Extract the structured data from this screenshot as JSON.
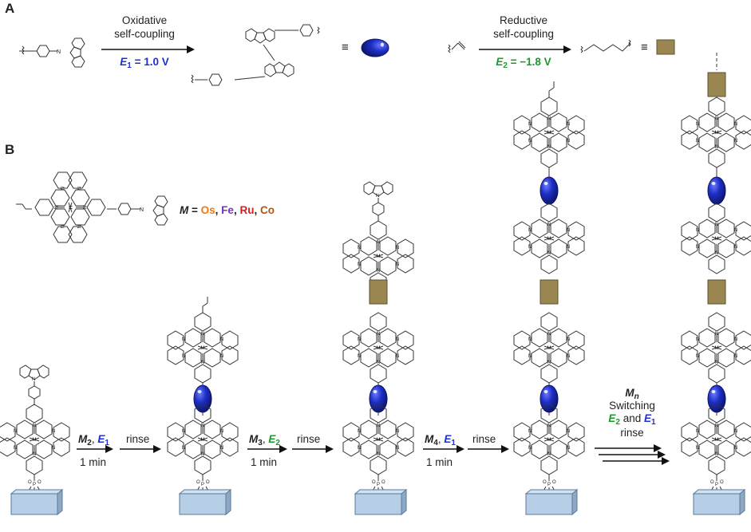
{
  "panels": {
    "a": "A",
    "b": "B"
  },
  "scheme_a": {
    "oxidative": {
      "line1": "Oxidative",
      "line2": "self-coupling",
      "potential_symbol": "E",
      "potential_index": "1",
      "potential_value": " = 1.0 V"
    },
    "reductive": {
      "line1": "Reductive",
      "line2": "self-coupling",
      "potential_symbol": "E",
      "potential_index": "2",
      "potential_value": " = −1.8 V"
    },
    "equiv": "≡"
  },
  "scheme_b": {
    "legend": {
      "symbol": "M",
      "eq": " = ",
      "metals": [
        "Os",
        "Fe",
        "Ru",
        "Co"
      ],
      "sep": ", "
    },
    "steps": [
      {
        "m": "M",
        "m_index": "2",
        "e": "E",
        "e_index": "1",
        "time": "1 min",
        "rinse": "rinse"
      },
      {
        "m": "M",
        "m_index": "3",
        "e": "E",
        "e_index": "2",
        "time": "1 min",
        "rinse": "rinse"
      },
      {
        "m": "M",
        "m_index": "4",
        "e": "E",
        "e_index": "1",
        "time": "1 min",
        "rinse": "rinse"
      }
    ],
    "final": {
      "m": "M",
      "m_index": "n",
      "switch": "Switching",
      "e_a": "E",
      "e_a_index": "2",
      "and": " and ",
      "e_b": "E",
      "e_b_index": "1",
      "rinse": "rinse"
    }
  },
  "atoms": {
    "metal": "M",
    "nitrogen": "N",
    "phosphorus": "P",
    "oxygen": "O"
  },
  "colors": {
    "blue_node": "#1d2fc6",
    "olive_node": "#9a8650",
    "substrate": "#b7cfe6",
    "blue_text": "#1f2fd6",
    "green_text": "#1a9a2a"
  }
}
